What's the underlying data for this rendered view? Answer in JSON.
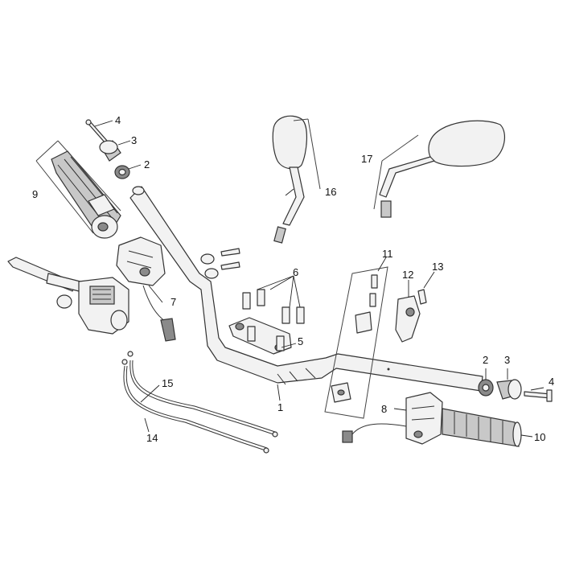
{
  "callouts": {
    "c1": "1",
    "c2a": "2",
    "c2b": "2",
    "c3a": "3",
    "c3b": "3",
    "c4a": "4",
    "c4b": "4",
    "c5": "5",
    "c6": "6",
    "c7": "7",
    "c8": "8",
    "c9": "9",
    "c10": "10",
    "c11": "11",
    "c12": "12",
    "c13": "13",
    "c14": "14",
    "c15": "15",
    "c16": "16",
    "c17": "17"
  }
}
